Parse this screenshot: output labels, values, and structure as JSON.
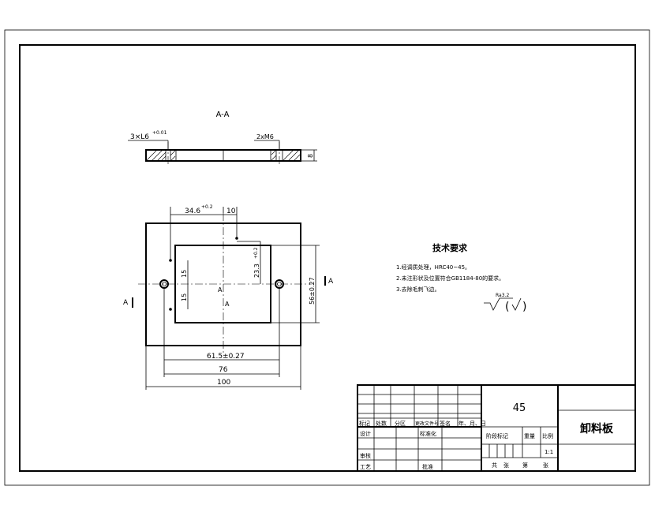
{
  "section_view": {
    "title": "A-A",
    "label_holes_left": "3×L6",
    "label_holes_left_tol": "+0.01",
    "label_thread_right": "2xM6",
    "dim_thickness": "8"
  },
  "plan_view": {
    "dim_34_6": "34.6",
    "dim_34_6_tol": "+0.2",
    "dim_10": "10",
    "dim_15_a": "15",
    "dim_15_b": "15",
    "dim_23_3": "23.3",
    "dim_23_3_tol": "+0.2",
    "dim_56": "56±0.27",
    "dim_61_5": "61.5±0.27",
    "dim_76": "76",
    "dim_100": "100",
    "section_mark_left": "A",
    "section_mark_right": "A",
    "section_mark_center": "A",
    "section_mark_bottom": "A"
  },
  "technical_requirements": {
    "heading": "技术要求",
    "items": [
      "1.经调质处理，HRC40~45。",
      "2.未注形状及位置符合GB1184-80的要求。",
      "3.去除毛刺飞边。"
    ],
    "roughness_value": "Ra3.2"
  },
  "title_block": {
    "material": "45",
    "part_name": "卸料板",
    "scale": "1:1",
    "row_labels": {
      "biaoji": "标记",
      "chushu": "处数",
      "fenqu": "分区",
      "wenjian": "更改文件号",
      "qianming": "签名",
      "date": "年、月、日",
      "sheji": "设计",
      "biaozhunhua": "标准化",
      "shenhe": "审核",
      "gongyi": "工艺",
      "pizhun": "批准"
    },
    "stage_labels": {
      "jieduan": "阶段标记",
      "zhongliang": "重量",
      "bili": "比例"
    },
    "sheet_labels": {
      "gong": "共",
      "zhang1": "张",
      "di": "第",
      "zhang2": "张"
    }
  }
}
